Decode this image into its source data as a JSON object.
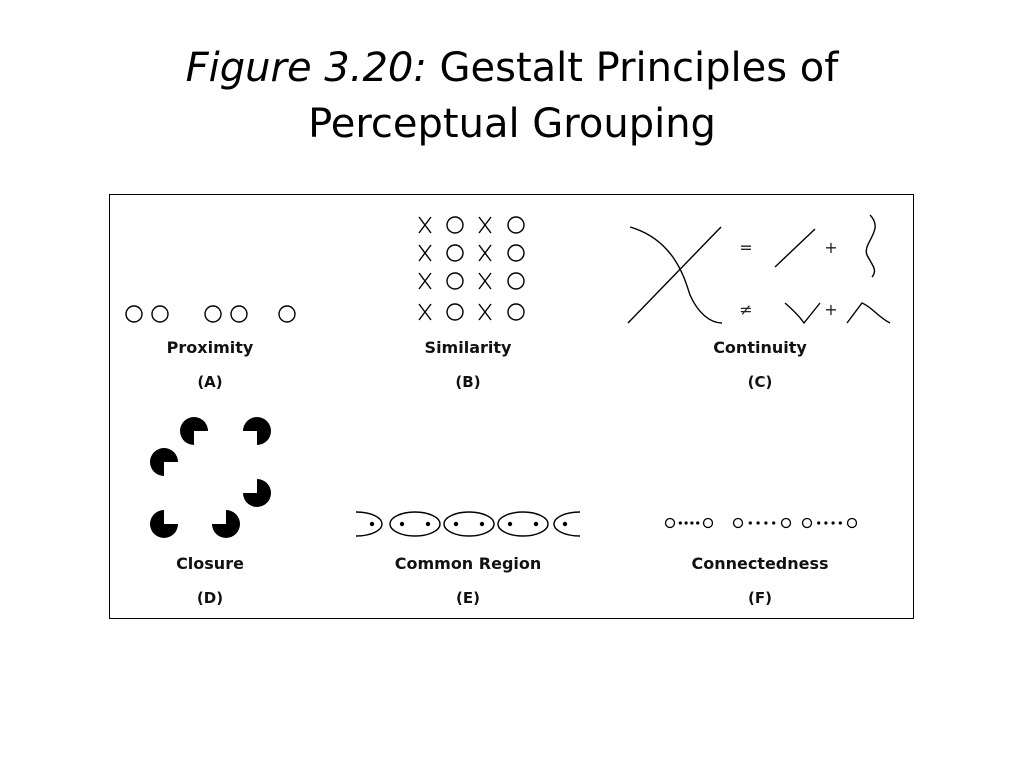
{
  "slide": {
    "title_italic": "Figure 3.20:",
    "title_rest": "Gestalt Principles of",
    "title_line2": "Perceptual Grouping"
  },
  "panels": [
    {
      "id": "A",
      "label": "Proximity",
      "letter": "(A)"
    },
    {
      "id": "B",
      "label": "Similarity",
      "letter": "(B)"
    },
    {
      "id": "C",
      "label": "Continuity",
      "letter": "(C)"
    },
    {
      "id": "D",
      "label": "Closure",
      "letter": "(D)"
    },
    {
      "id": "E",
      "label": "Common Region",
      "letter": "(E)"
    },
    {
      "id": "F",
      "label": "Connectedness",
      "letter": "(F)"
    }
  ],
  "continuity": {
    "equals": "=",
    "not_equals": "≠",
    "plus": "+"
  },
  "similarity": {
    "rows": 4,
    "pattern": [
      "X",
      "O",
      "X",
      "O"
    ]
  },
  "colors": {
    "ink": "#000000",
    "background": "#ffffff"
  }
}
